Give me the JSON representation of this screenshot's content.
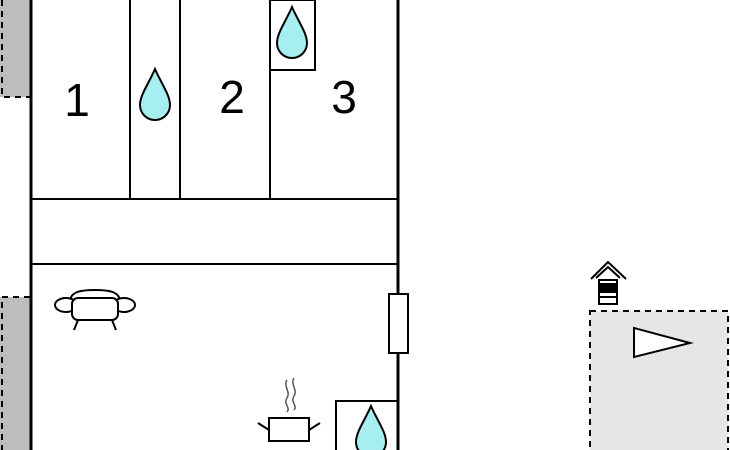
{
  "colors": {
    "wall": "#000000",
    "background": "#ffffff",
    "water_drop": "#a6eef0",
    "terrace": "#e6e6e6",
    "exterior_wall": "#bdbdbd"
  },
  "rooms": [
    {
      "number": "1"
    },
    {
      "number": "2"
    },
    {
      "number": "3"
    }
  ],
  "icons": [
    "water-drop-icon",
    "sofa-icon",
    "cooking-pot-icon",
    "grill-icon",
    "window-icon",
    "direction-arrow-icon"
  ]
}
